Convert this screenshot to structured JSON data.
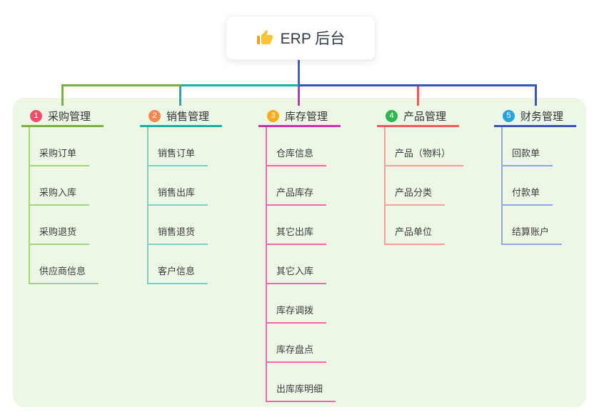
{
  "root": {
    "title": "ERP 后台",
    "icon": "thumbs-up-icon"
  },
  "colors": {
    "panel_bg": "#ecf7e6",
    "root_connector": "#4a5ccc",
    "root_text": "#333b48"
  },
  "branches": [
    {
      "number": "1",
      "label": "采购管理",
      "badge_color": "#f0506a",
      "branch_color": "#79b13f",
      "child_color": "#a6d37e",
      "children": [
        "采购订单",
        "采购入库",
        "采购退货",
        "供应商信息"
      ]
    },
    {
      "number": "2",
      "label": "销售管理",
      "badge_color": "#f9854f",
      "branch_color": "#14b3a5",
      "child_color": "#7bcfc5",
      "children": [
        "销售订单",
        "销售出库",
        "销售退货",
        "客户信息"
      ]
    },
    {
      "number": "3",
      "label": "库存管理",
      "badge_color": "#fbab1c",
      "branch_color": "#ce30ac",
      "child_color": "#f067ae",
      "children": [
        "仓库信息",
        "产品库存",
        "其它出库",
        "其它入库",
        "库存调拨",
        "库存盘点",
        "出库库明细"
      ]
    },
    {
      "number": "4",
      "label": "产品管理",
      "badge_color": "#2fb550",
      "branch_color": "#f15856",
      "child_color": "#f59f9a",
      "children": [
        "产品（物料）",
        "产品分类",
        "产品单位"
      ]
    },
    {
      "number": "5",
      "label": "财务管理",
      "badge_color": "#29a3dd",
      "branch_color": "#3a53c4",
      "child_color": "#92a4ea",
      "children": [
        "回款单",
        "付款单",
        "结算账户"
      ]
    }
  ]
}
